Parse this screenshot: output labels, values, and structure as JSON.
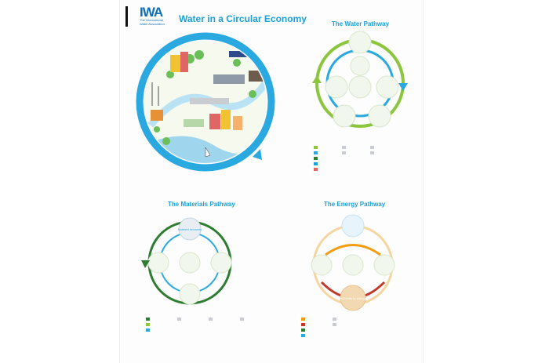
{
  "logo": {
    "name": "IWA",
    "subtitle": "The International Water Association"
  },
  "titles": {
    "main": "Water in a Circular Economy",
    "water": "The Water Pathway",
    "materials": "The Materials Pathway",
    "energy": "The Energy Pathway"
  },
  "diagrams": {
    "materials_center_label": "Nutrient recovery",
    "energy_center_label": "Nutrients to energy"
  },
  "colors": {
    "sky_blue": "#1aa0d8",
    "water_ring": "#2aa9e0",
    "green_arrow": "#8cc63f",
    "dark_green_arrow": "#2e7d32",
    "red_arrow": "#c0392b",
    "orange_arrow": "#f39c12",
    "brand_blue": "#0d6fb8"
  }
}
